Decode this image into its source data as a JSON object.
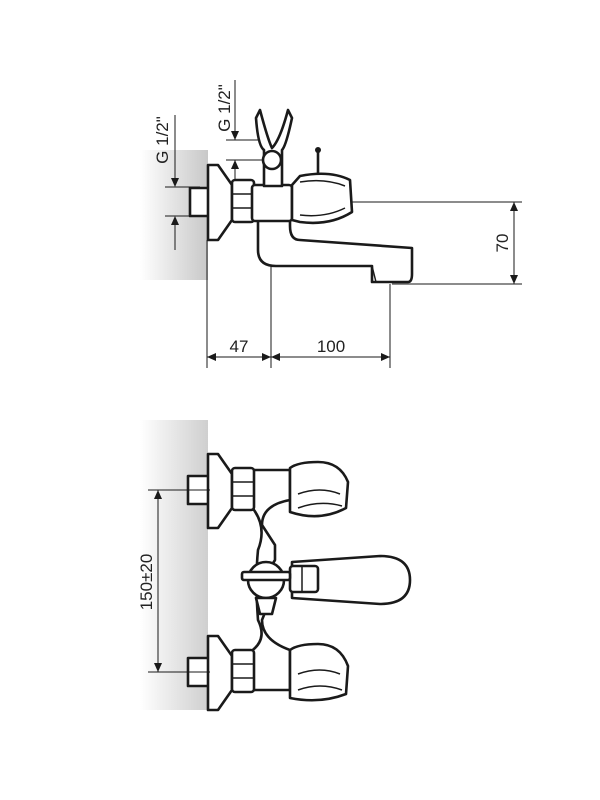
{
  "side_view": {
    "thread_left": "G 1/2\"",
    "thread_top": "G 1/2\"",
    "dim_height": "70",
    "dim_wall_offset": "47",
    "dim_spout_reach": "100"
  },
  "front_view": {
    "dim_center_distance": "150±20"
  },
  "colors": {
    "line": "#1a1a1a",
    "wall_shade": "#c9c9c9",
    "background": "#ffffff"
  }
}
